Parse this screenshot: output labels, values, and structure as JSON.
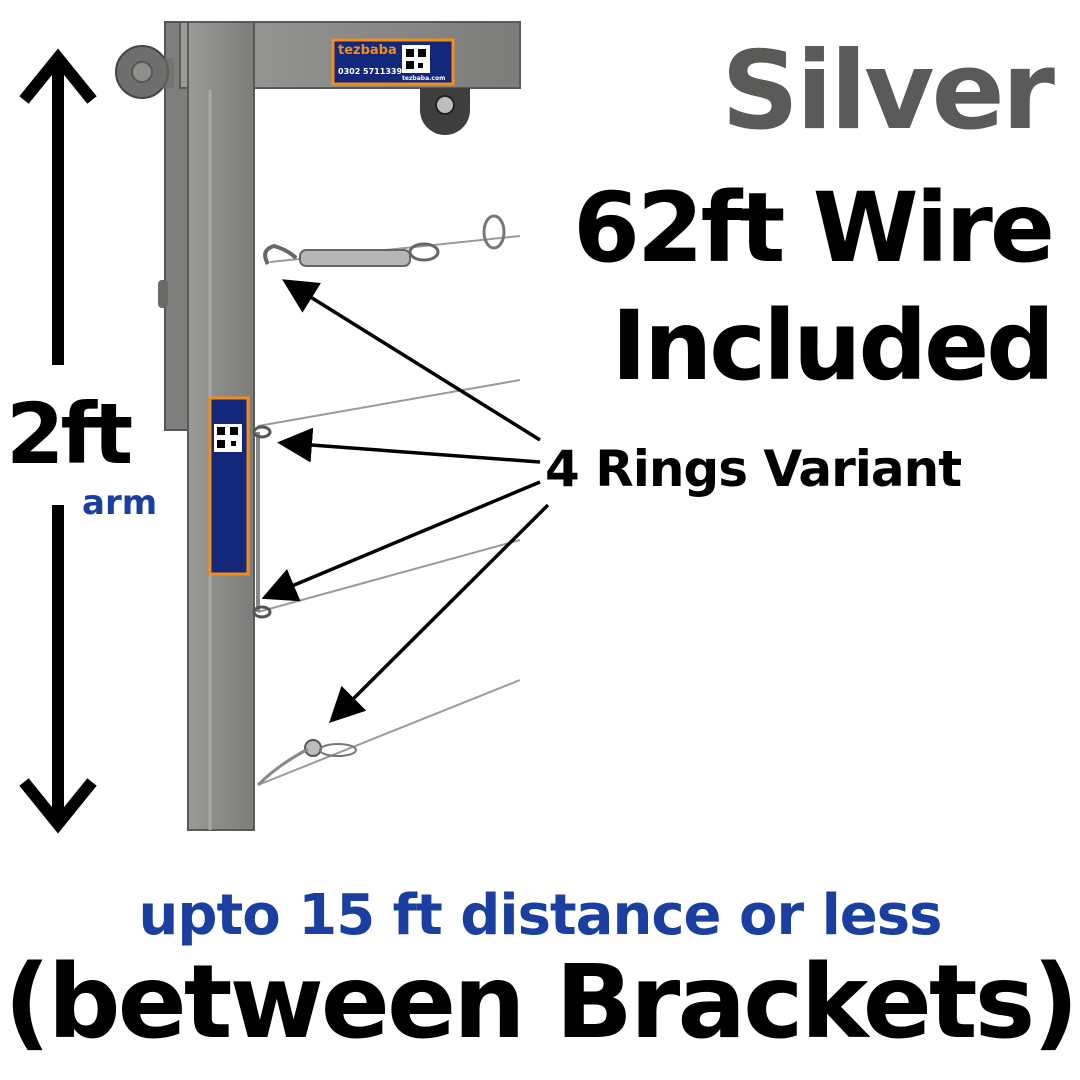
{
  "colors": {
    "headline_gray": "#5a5a58",
    "headline_black": "#000000",
    "accent_blue": "#1a3fa0",
    "bracket_gray": "#8c8c8a",
    "sticker_blue": "#13287a",
    "sticker_orange": "#f28c1c"
  },
  "headline": {
    "color_name": "Silver",
    "line1": "62ft Wire",
    "line2": "Included"
  },
  "dimension": {
    "value": "2ft",
    "unit_label": "arm"
  },
  "callout": {
    "label": "4 Rings Variant"
  },
  "footer": {
    "distance": "upto 15 ft distance or less",
    "note": "(between Brackets)"
  },
  "sticker": {
    "brand": "tezbaba",
    "phone": "0302 5711339",
    "website": "tezbaba.com"
  }
}
